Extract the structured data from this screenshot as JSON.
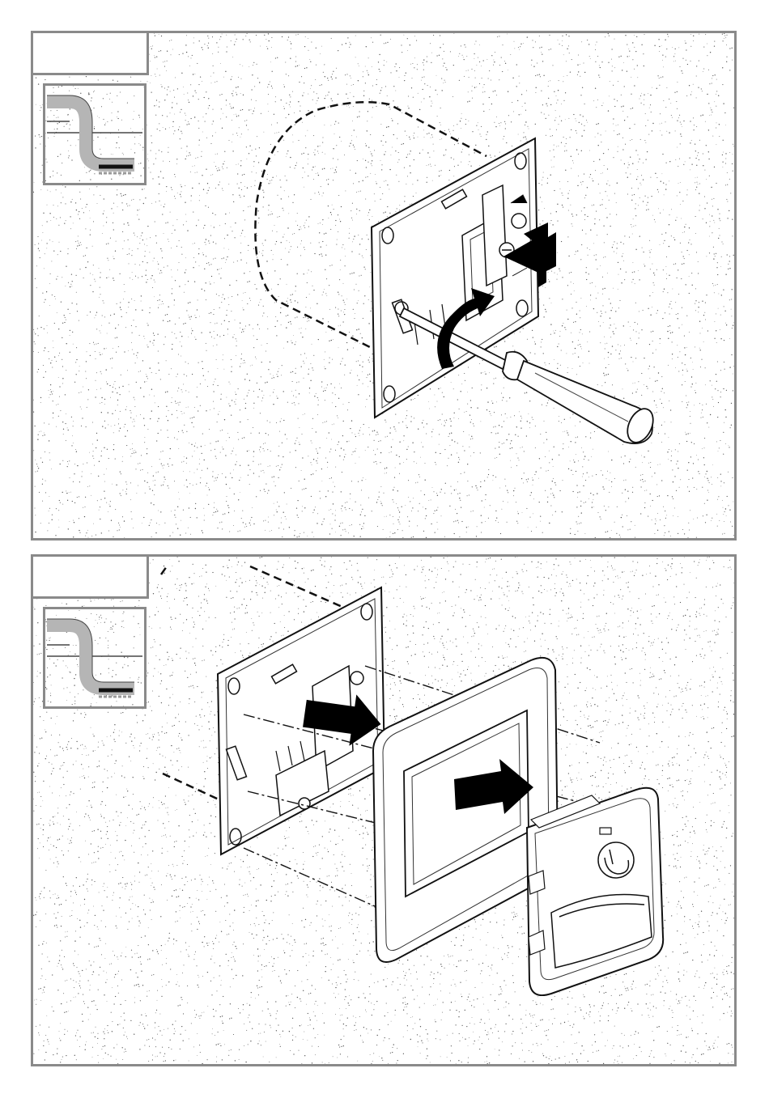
{
  "document": {
    "title": "",
    "steps": [
      {
        "number": "",
        "inset_icon": "cable-in-wall-icon",
        "scene": "screw-mounting-plate-into-flush-box",
        "arrows": [
          "push-arrow",
          "rotate-arrow"
        ],
        "tool": "screwdriver"
      },
      {
        "number": "",
        "inset_icon": "cable-in-wall-icon",
        "scene": "attach-frame-and-insert-onto-mounting-plate",
        "arrows": [
          "push-arrow-frame",
          "push-arrow-insert"
        ]
      }
    ]
  },
  "colors": {
    "border": "#8a8a8a",
    "line": "#1a1a1a",
    "arrow": "#000000",
    "cable_gray": "#b5b5b5",
    "stipple": "#555555"
  }
}
